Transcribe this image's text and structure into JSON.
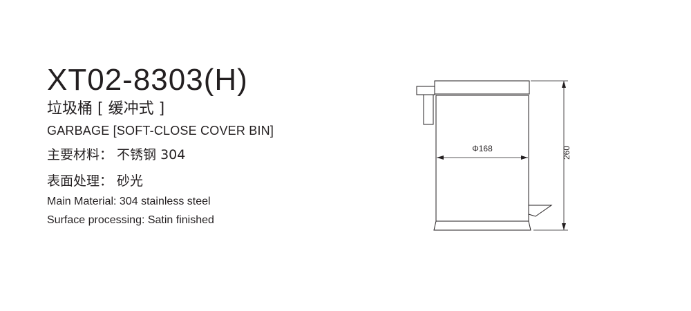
{
  "product": {
    "model": "XT02-8303(H)",
    "name_cn": "垃圾桶 [ 缓冲式 ]",
    "name_en": "GARBAGE [SOFT-CLOSE COVER BIN]",
    "material_cn": "主要材料： 不锈钢 304",
    "surface_cn": "表面处理： 砂光",
    "material_en": "Main Material: 304 stainless steel",
    "surface_en": "Surface processing: Satin finished"
  },
  "drawing": {
    "diameter_label": "Φ168",
    "height_label": "260"
  }
}
